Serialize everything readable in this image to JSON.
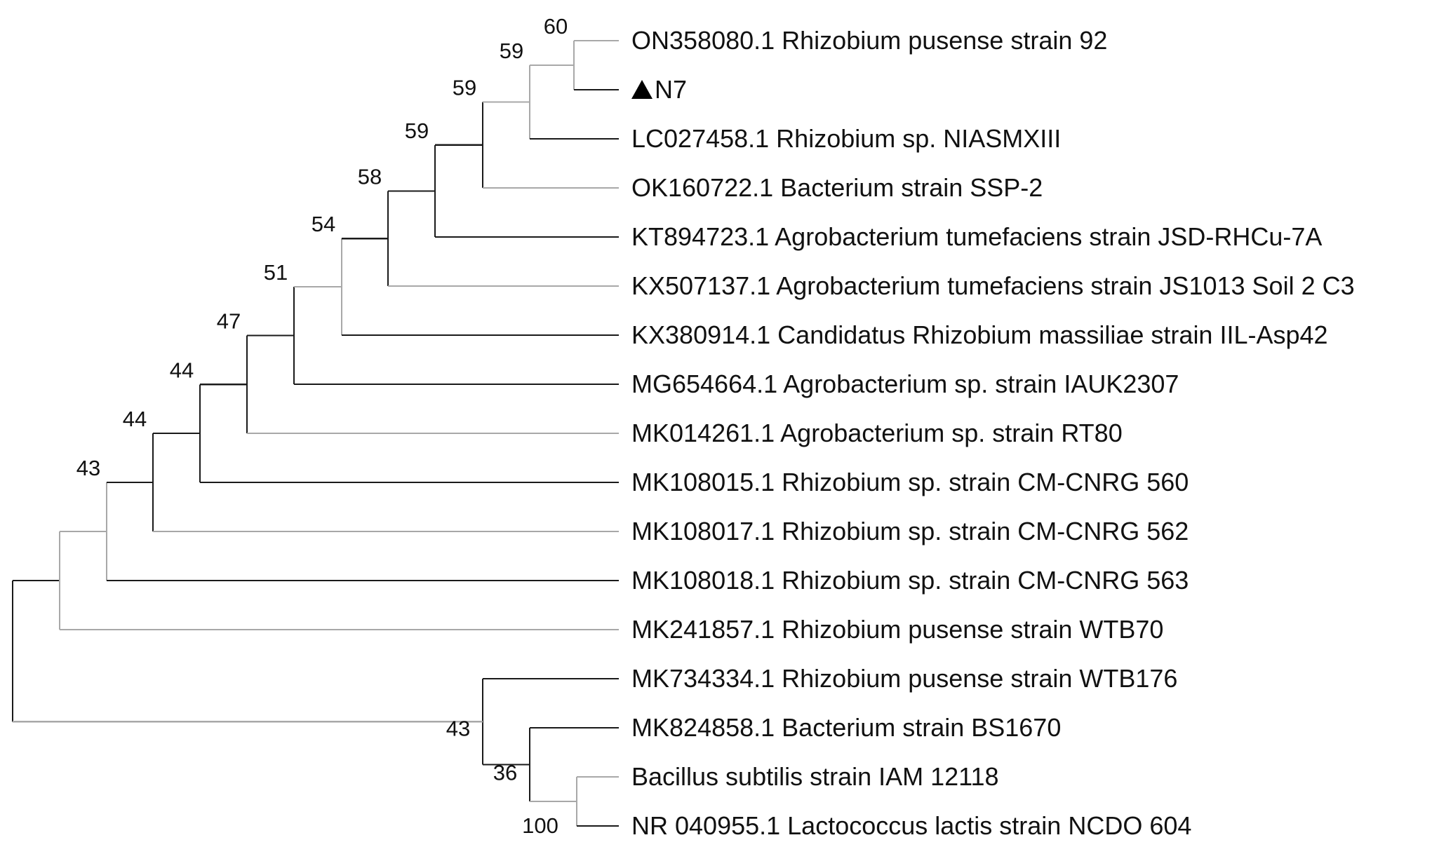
{
  "tree": {
    "nodes": [
      {
        "id": "n60",
        "support": "60",
        "children": [
          "L0",
          "L1"
        ],
        "style": "gray"
      },
      {
        "id": "n59a",
        "support": "59",
        "children": [
          "n60",
          "L2"
        ],
        "style": "gray"
      },
      {
        "id": "n59b",
        "support": "59",
        "children": [
          "n59a",
          "L3"
        ],
        "style": "dark"
      },
      {
        "id": "n59c",
        "support": "59",
        "children": [
          "n59b",
          "L4"
        ],
        "style": "dark"
      },
      {
        "id": "n58",
        "support": "58",
        "children": [
          "n59c",
          "L5"
        ],
        "style": "dark"
      },
      {
        "id": "n54",
        "support": "54",
        "children": [
          "n58",
          "L6"
        ],
        "style": "gray"
      },
      {
        "id": "n51",
        "support": "51",
        "children": [
          "n54",
          "L7"
        ],
        "style": "dark"
      },
      {
        "id": "n47",
        "support": "47",
        "children": [
          "n51",
          "L8"
        ],
        "style": "dark"
      },
      {
        "id": "n44a",
        "support": "44",
        "children": [
          "n47",
          "L9"
        ],
        "style": "dark"
      },
      {
        "id": "n44b",
        "support": "44",
        "children": [
          "n44a",
          "L10"
        ],
        "style": "dark"
      },
      {
        "id": "n43a",
        "support": "43",
        "children": [
          "n44b",
          "L11"
        ],
        "style": "gray"
      },
      {
        "id": "n100",
        "support": "100",
        "children": [
          "L15",
          "L16"
        ],
        "style": "gray"
      },
      {
        "id": "n36",
        "support": "36",
        "children": [
          "L14",
          "n100"
        ],
        "style": "dark"
      },
      {
        "id": "n43b",
        "support": "43",
        "children": [
          "L13",
          "n36"
        ],
        "style": "dark"
      },
      {
        "id": "root",
        "support": "",
        "children": [
          "n43a",
          "n43b"
        ],
        "style": "dark"
      }
    ],
    "leaves": [
      {
        "id": "L0",
        "label": "ON358080.1 Rhizobium pusense strain 92",
        "style": "gray"
      },
      {
        "id": "L1",
        "label": "N7",
        "marker": "triangle",
        "style": "dark"
      },
      {
        "id": "L2",
        "label": "LC027458.1 Rhizobium sp. NIASMXIII",
        "style": "dark"
      },
      {
        "id": "L3",
        "label": "OK160722.1 Bacterium strain SSP-2",
        "style": "gray"
      },
      {
        "id": "L4",
        "label": "KT894723.1 Agrobacterium tumefaciens strain JSD-RHCu-7A",
        "style": "dark"
      },
      {
        "id": "L5",
        "label": "KX507137.1 Agrobacterium tumefaciens strain JS1013 Soil 2 C3",
        "style": "gray"
      },
      {
        "id": "L6",
        "label": "KX380914.1 Candidatus Rhizobium massiliae strain IIL-Asp42",
        "style": "dark"
      },
      {
        "id": "L7",
        "label": "MG654664.1 Agrobacterium sp. strain IAUK2307",
        "style": "dark"
      },
      {
        "id": "L8",
        "label": "MK014261.1 Agrobacterium sp. strain RT80",
        "style": "gray"
      },
      {
        "id": "L9",
        "label": "MK108015.1 Rhizobium sp. strain CM-CNRG 560",
        "style": "dark"
      },
      {
        "id": "L10",
        "label": "MK108017.1 Rhizobium sp. strain CM-CNRG 562",
        "style": "gray"
      },
      {
        "id": "L11",
        "label": "MK108018.1 Rhizobium sp. strain CM-CNRG 563",
        "style": "dark"
      },
      {
        "id": "L12",
        "label": "MK241857.1 Rhizobium pusense strain WTB70",
        "style": "gray"
      },
      {
        "id": "L13",
        "label": "MK734334.1 Rhizobium pusense strain WTB176",
        "style": "dark"
      },
      {
        "id": "L14",
        "label": "MK824858.1 Bacterium strain BS1670",
        "style": "dark"
      },
      {
        "id": "L15",
        "label": "Bacillus subtilis strain IAM 12118",
        "style": "gray"
      },
      {
        "id": "L16",
        "label": "NR 040955.1 Lactococcus lactis strain NCDO 604",
        "style": "dark"
      }
    ]
  },
  "colors": {
    "dark": "#1a1a1a",
    "gray": "#a8a8a8",
    "text": "#111111"
  }
}
